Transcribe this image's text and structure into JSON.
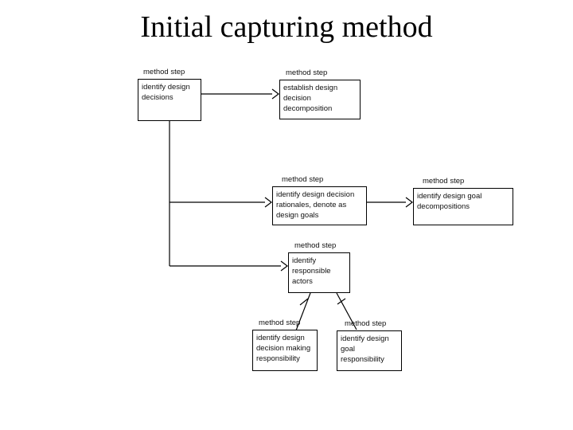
{
  "slide": {
    "title": "Initial capturing method"
  },
  "diagram": {
    "colors": {
      "line": "#000000",
      "text": "#111111",
      "background": "#ffffff"
    },
    "nodes": [
      {
        "header": "method step",
        "body": "identify design\ndecisions"
      },
      {
        "header": "method step",
        "body": "establish design\ndecision\ndecomposition"
      },
      {
        "header": "method step",
        "body": "identify design decision\nrationales, denote as\ndesign goals"
      },
      {
        "header": "method step",
        "body": "identify design goal\ndecompositions"
      },
      {
        "header": "method step",
        "body": "identify\nresponsible\nactors"
      },
      {
        "header": "method step",
        "body": "identify design\ndecision making\nresponsibility"
      },
      {
        "header": "method step",
        "body": "identify design\ngoal\nresponsibility"
      }
    ]
  }
}
